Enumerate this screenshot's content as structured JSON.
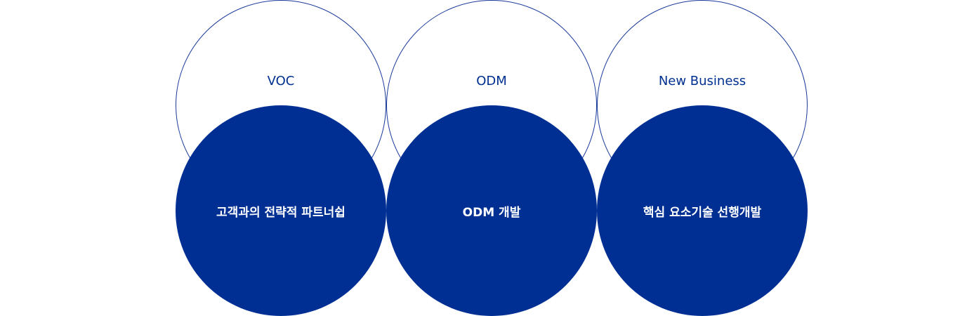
{
  "items": [
    {
      "top_label": "VOC",
      "bottom_label": "고객과의 전략적 파트너쉽"
    },
    {
      "top_label": "ODM",
      "bottom_label": "ODM 개발"
    },
    {
      "top_label": "New Business",
      "bottom_label": "핵심 요소기술 선행개발"
    }
  ],
  "colors": {
    "primary": "#002f94",
    "outline": "#1a3a9a",
    "background": "#ffffff"
  }
}
